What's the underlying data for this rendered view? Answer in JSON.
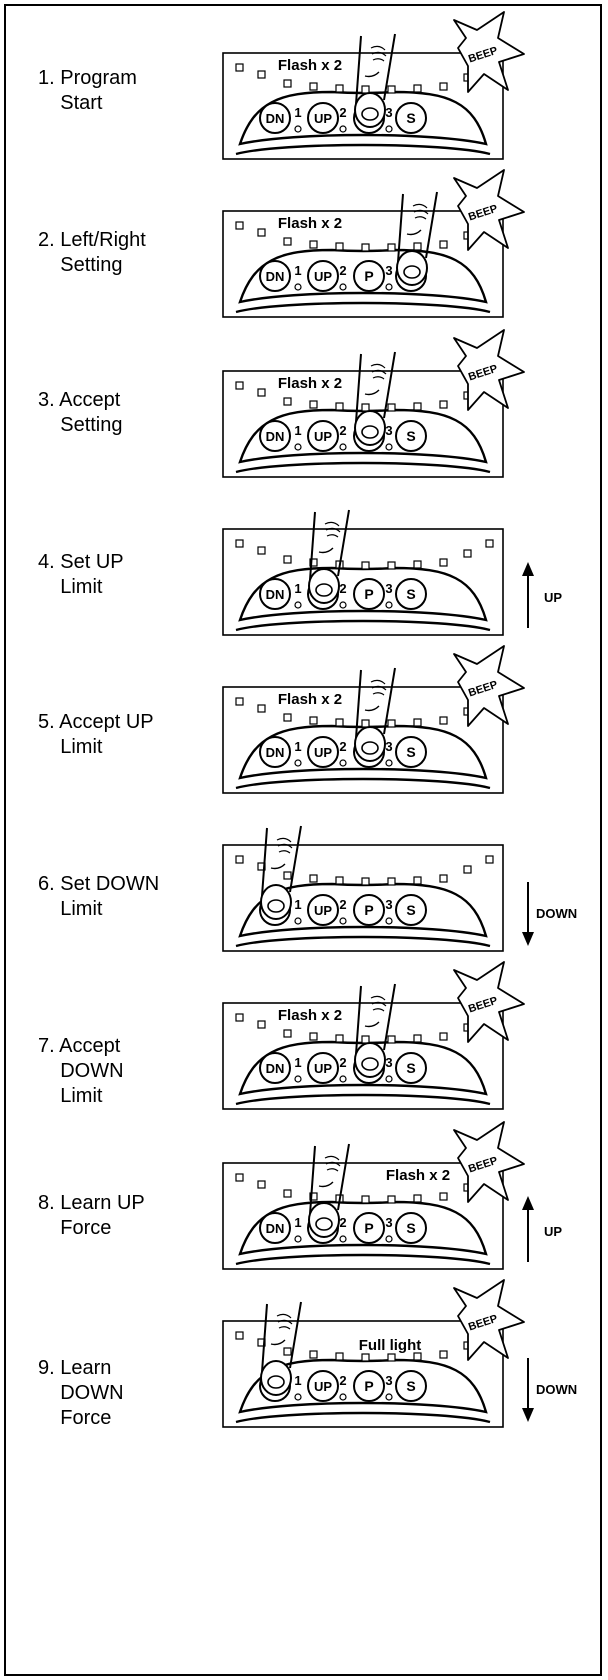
{
  "buttons": [
    "DN",
    "UP",
    "P",
    "S"
  ],
  "button_numbers": [
    "1",
    "2",
    "3"
  ],
  "beep_text": "BEEP",
  "steps": [
    {
      "label": "1. Program\n    Start",
      "flash": "Flash x 2",
      "finger": "P",
      "beep": true,
      "arrow": null
    },
    {
      "label": "2. Left/Right\n    Setting",
      "flash": "Flash x 2",
      "finger": "S",
      "beep": true,
      "arrow": null
    },
    {
      "label": "3. Accept\n    Setting",
      "flash": "Flash x 2",
      "finger": "P",
      "beep": true,
      "arrow": null
    },
    {
      "label": "4. Set UP\n    Limit",
      "flash": "",
      "finger": "UP",
      "beep": false,
      "arrow": {
        "dir": "up",
        "label": "UP"
      }
    },
    {
      "label": "5. Accept UP\n    Limit",
      "flash": "Flash x 2",
      "finger": "P",
      "beep": true,
      "arrow": null
    },
    {
      "label": "6. Set DOWN\n    Limit",
      "flash": "",
      "finger": "DN",
      "beep": false,
      "arrow": {
        "dir": "down",
        "label": "DOWN"
      }
    },
    {
      "label": "7. Accept\n    DOWN\n    Limit",
      "flash": "Flash x 2",
      "finger": "P",
      "beep": true,
      "arrow": null
    },
    {
      "label": "8. Learn UP\n    Force",
      "flash": "Flash x 2",
      "finger": "UP",
      "beep": true,
      "arrow": {
        "dir": "up",
        "label": "UP"
      }
    },
    {
      "label": "9. Learn\n    DOWN\n    Force",
      "flash": "Full light",
      "finger": "DN",
      "beep": true,
      "arrow": {
        "dir": "down",
        "label": "DOWN"
      }
    }
  ]
}
